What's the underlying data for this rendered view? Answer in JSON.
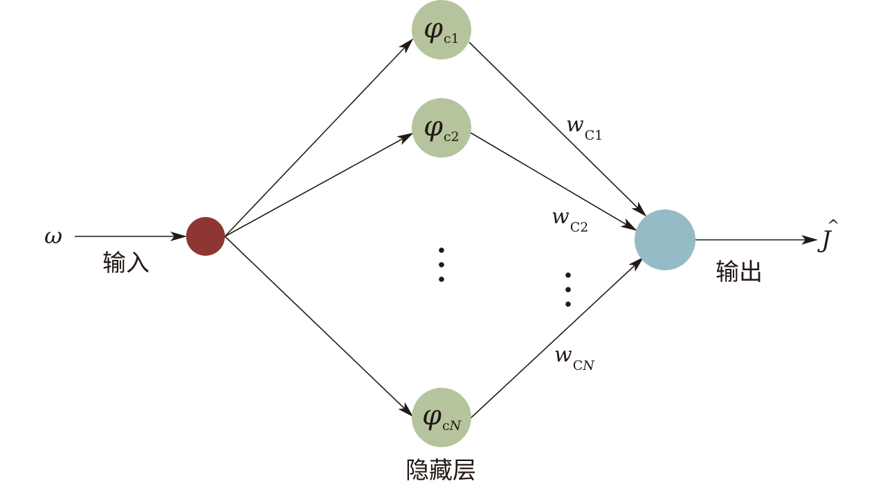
{
  "colors": {
    "input_node": "#8e3633",
    "hidden_node": "#b5c49c",
    "output_node": "#95bbc6",
    "line": "#231815"
  },
  "input": {
    "symbol": "ω",
    "caption": "输入"
  },
  "hidden": {
    "symbol": "φ",
    "caption": "隐藏层",
    "nodes": [
      {
        "sub": "c1"
      },
      {
        "sub": "c2"
      },
      {
        "sub_roman": "c",
        "sub_italic": "N"
      }
    ]
  },
  "weights": [
    {
      "symbol": "w",
      "sub": "C1"
    },
    {
      "symbol": "w",
      "sub": "C2"
    },
    {
      "symbol": "w",
      "sub_roman": "C",
      "sub_italic": "N"
    }
  ],
  "output": {
    "symbol": "J",
    "hat": "^",
    "caption": "输出"
  }
}
